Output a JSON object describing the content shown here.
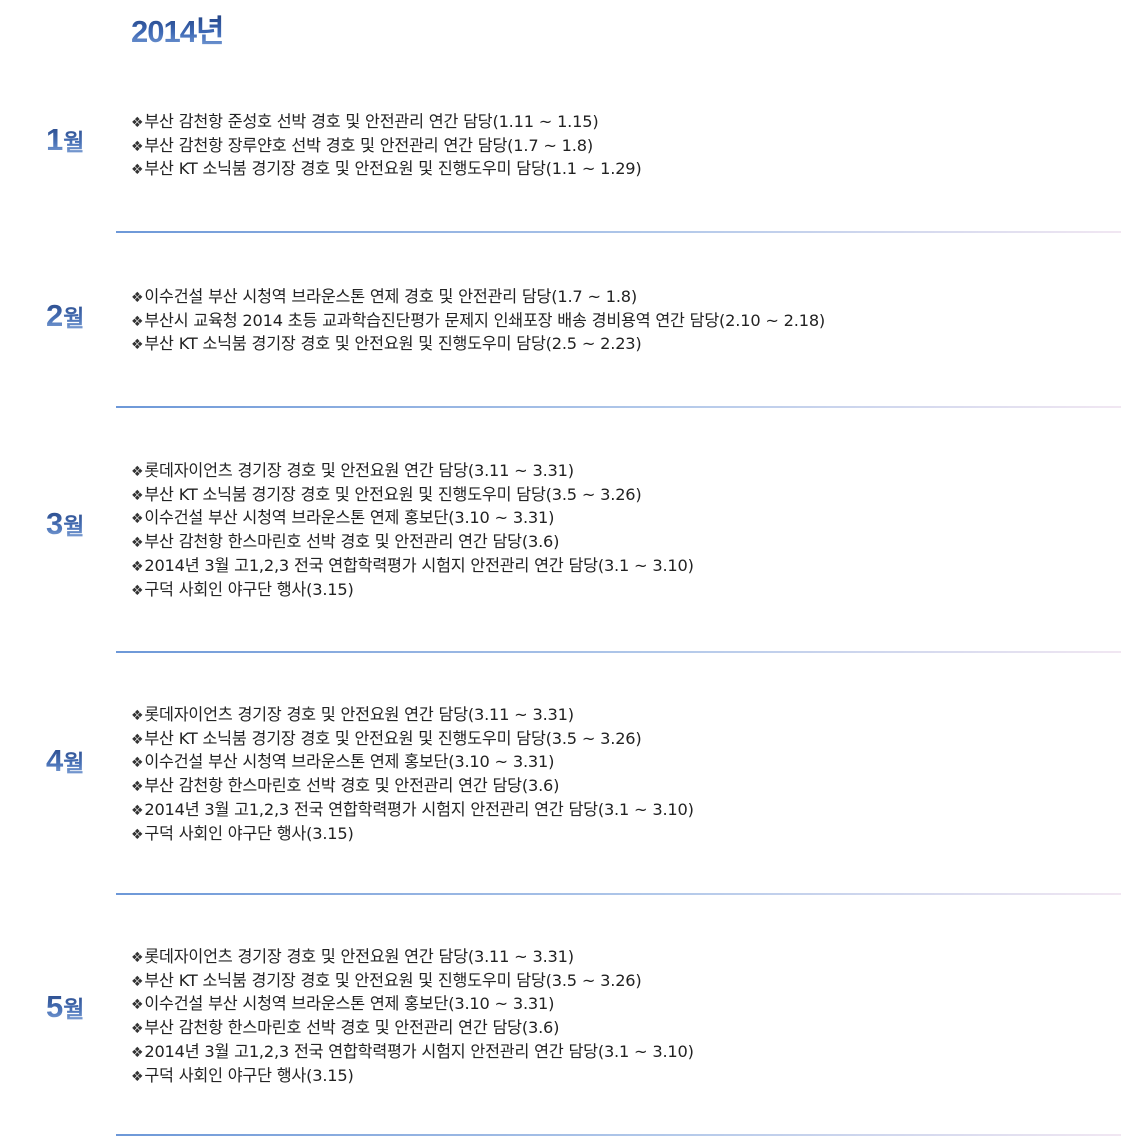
{
  "year_title": "2014년",
  "bullet_icon": "diamond-bullet-icon",
  "months": [
    {
      "number": "1",
      "unit": "월",
      "items": [
        "부산 감천항 준성호 선박 경호 및 안전관리 연간 담당(1.11 ~ 1.15)",
        "부산 감천항 장루얀호 선박 경호 및 안전관리 연간 담당(1.7 ~ 1.8)",
        "부산 KT 소닉붐 경기장 경호 및 안전요원 및 진행도우미 담당(1.1 ~ 1.29)"
      ]
    },
    {
      "number": "2",
      "unit": "월",
      "items": [
        "이수건설 부산 시청역 브라운스톤 연제 경호 및 안전관리 담당(1.7 ~ 1.8)",
        "부산시 교육청 2014 초등 교과학습진단평가 문제지 인쇄포장 배송 경비용역 연간 담당(2.10 ~ 2.18)",
        "부산 KT 소닉붐 경기장 경호 및 안전요원 및 진행도우미 담당(2.5 ~ 2.23)"
      ]
    },
    {
      "number": "3",
      "unit": "월",
      "items": [
        "롯데자이언츠 경기장 경호 및 안전요원 연간 담당(3.11 ~ 3.31)",
        "부산 KT 소닉붐 경기장 경호 및 안전요원 및 진행도우미 담당(3.5 ~ 3.26)",
        "이수건설 부산 시청역 브라운스톤 연제 홍보단(3.10 ~ 3.31)",
        "부산 감천항 한스마린호 선박 경호 및 안전관리 연간 담당(3.6)",
        "2014년 3월 고1,2,3 전국 연합학력평가 시험지 안전관리 연간 담당(3.1 ~ 3.10)",
        "구덕 사회인 야구단 행사(3.15)"
      ]
    },
    {
      "number": "4",
      "unit": "월",
      "items": [
        "롯데자이언츠 경기장 경호 및 안전요원 연간 담당(3.11 ~ 3.31)",
        "부산 KT 소닉붐 경기장 경호 및 안전요원 및 진행도우미 담당(3.5 ~ 3.26)",
        "이수건설 부산 시청역 브라운스톤 연제 홍보단(3.10 ~ 3.31)",
        "부산 감천항 한스마린호 선박 경호 및 안전관리 연간 담당(3.6)",
        "2014년 3월 고1,2,3 전국 연합학력평가 시험지 안전관리 연간 담당(3.1 ~ 3.10)",
        "구덕 사회인 야구단 행사(3.15)"
      ]
    },
    {
      "number": "5",
      "unit": "월",
      "items": [
        "롯데자이언츠 경기장 경호 및 안전요원 연간 담당(3.11 ~ 3.31)",
        "부산 KT 소닉붐 경기장 경호 및 안전요원 및 진행도우미 담당(3.5 ~ 3.26)",
        "이수건설 부산 시청역 브라운스톤 연제 홍보단(3.10 ~ 3.31)",
        "부산 감천항 한스마린호 선박 경호 및 안전관리 연간 담당(3.6)",
        "2014년 3월 고1,2,3 전국 연합학력평가 시험지 안전관리 연간 담당(3.1 ~ 3.10)",
        "구덕 사회인 야구단 행사(3.15)"
      ]
    }
  ]
}
